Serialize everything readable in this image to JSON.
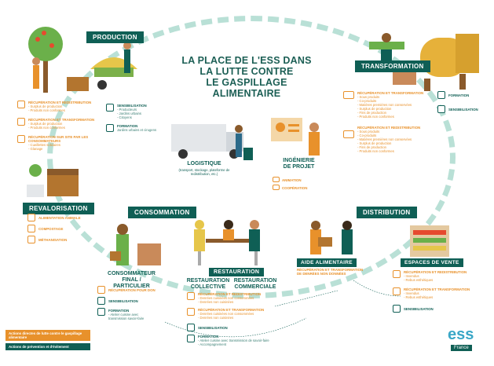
{
  "title": {
    "line1": "LA PLACE DE L'ESS DANS",
    "line2": "LA LUTTE CONTRE",
    "line3": "LE GASPILLAGE ALIMENTAIRE"
  },
  "sections": {
    "production": "PRODUCTION",
    "transformation": "TRANSFORMATION",
    "revalorisation": "REVALORISATION",
    "consommation": "CONSOMMATION",
    "distribution": "DISTRIBUTION"
  },
  "production": {
    "left": [
      {
        "head": "RÉCUPÉRATION ET REDISTRIBUTION",
        "items": [
          "- Surplus de production",
          "- Produits non conformes"
        ]
      },
      {
        "head": "RÉCUPÉRATION ET TRANSFORMATION",
        "items": [
          "- Surplus de production",
          "- Produits non conformes"
        ]
      },
      {
        "head": "RÉCUPÉRATION SUR SITE PAR LES CONSOMMATEURS",
        "items": [
          "- Cueillettes solidaires",
          "- Glanage"
        ]
      }
    ],
    "right": [
      {
        "head": "SENSIBILISATION",
        "items": [
          "- Producteurs",
          "- Jardins urbains",
          "- Citoyens"
        ]
      },
      {
        "head": "FORMATION",
        "items": [
          "Jardins urbains et cirugens"
        ]
      }
    ]
  },
  "transformation": {
    "blocks": [
      {
        "head": "RÉCUPÉRATION ET TRANSFORMATION",
        "items": [
          "- Sous produits",
          "- Co-produits",
          "- Matières premières non conservées",
          "- Surplus de production",
          "- Fins de production",
          "- Produits non conformes"
        ]
      },
      {
        "head": "RÉCUPÉRATION ET REDISTRIBUTION",
        "items": [
          "- Sous produits",
          "- Co-produits",
          "- Matières premières non conservées",
          "- Surplus de production",
          "- Fins de production",
          "- Produits non conformes"
        ]
      }
    ],
    "right": [
      "FORMATION",
      "SENSIBILISATION"
    ]
  },
  "logistique": {
    "title": "LOGISTIQUE",
    "sub": "(transport, stockage, plateforme de redistribution, etc.)"
  },
  "ingenierie": {
    "title1": "INGÉNIERIE",
    "title2": "DE PROJET",
    "items": [
      "ANIMATION",
      "COOPÉRATION"
    ]
  },
  "revalorisation": {
    "items": [
      "ALIMENTATION ANIMALE",
      "COMPOSTAGE",
      "MÉTHANISATION"
    ]
  },
  "consommateur": {
    "title1": "CONSOMMATEUR",
    "title2": "FINAL / PARTICULIER",
    "items": [
      {
        "head": "RÉCUPÉRATION POUR DON",
        "items": []
      },
      {
        "head": "SENSIBILISATION",
        "items": []
      },
      {
        "head": "FORMATION",
        "items": [
          "- Atelier cuisine avec",
          "transmission savoir-faire"
        ]
      }
    ]
  },
  "restauration": {
    "label": "RESTAURATION",
    "collective1": "RESTAURATION",
    "collective2": "COLLECTIVE",
    "commerciale1": "RESTAURATION",
    "commerciale2": "COMMERCIALE",
    "blocks": [
      {
        "head": "RÉCUPÉRATION ET REDISTRIBUTION",
        "items": [
          "- Denrées cuisinées non consommées",
          "- Denrées non cuisinées"
        ]
      },
      {
        "head": "RÉCUPÉRATION ET TRANSFORMATION",
        "items": [
          "- Denrées cuisinées non consommées",
          "- Denrées non cuisinées"
        ]
      },
      {
        "head": "SENSIBILISATION",
        "items": []
      },
      {
        "head": "FORMATION",
        "items": [
          "- Atelier cuisine avec transmission de savoir-faire",
          "- Accompagnement"
        ]
      }
    ]
  },
  "aide": {
    "label": "AIDE ALIMENTAIRE",
    "head": "RÉCUPÉRATION ET TRANSFORMATION",
    "head2": "DE DENRÉES NON DONNÉES"
  },
  "espaces": {
    "label": "ESPACES DE VENTE",
    "blocks": [
      {
        "head": "RÉCUPÉRATION ET REDISTRIBUTION",
        "items": [
          "- Invendus",
          "- Rebus esthétiques"
        ]
      },
      {
        "head": "RÉCUPÉRATION ET TRANSFORMATION",
        "items": [
          "- Invendus",
          "- Rebus esthétiques"
        ]
      },
      {
        "head": "SENSIBILISATION",
        "items": []
      }
    ]
  },
  "legend": {
    "orange": "Actions directes de lutte contre le gaspillage alimentaire",
    "teal": "Actions de prévention et d'évitement"
  },
  "logo": {
    "big": "ess",
    "small": "France"
  },
  "colors": {
    "teal": "#0f5f55",
    "orange": "#e8912b",
    "ring": "#b9e0d6"
  }
}
